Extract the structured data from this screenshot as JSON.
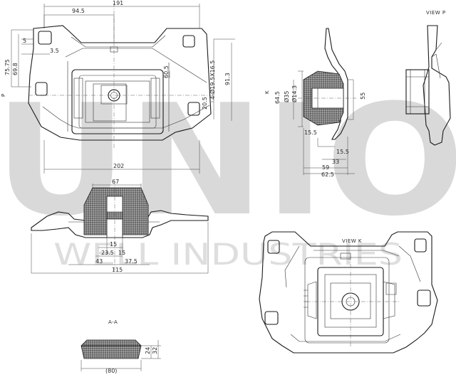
{
  "watermark": {
    "main": "UNIO",
    "sub": "WELL INDUSTRIES"
  },
  "labels": {
    "view_p": "VIEW P",
    "view_k": "VIEW K",
    "section_aa": "A-A",
    "p_marker": "P",
    "k_marker": "K"
  },
  "dimensions": {
    "top_191": "191",
    "top_945": "94.5",
    "d_5": "5",
    "d_35": "3.5",
    "d_7575": "75.75",
    "d_698": "69.8",
    "d_605": "60.5",
    "d_holes": "4-Ø19.5X16.5",
    "d_913": "91.3",
    "d_205": "20.5",
    "d_202": "202",
    "side_645": "64.5",
    "side_35": "Ø35",
    "side_143": "Ø14.3",
    "side_55": "55",
    "side_155a": "15.5",
    "side_155b": "15.5",
    "side_33": "33",
    "side_59": "59",
    "side_625": "62.5",
    "sec_67": "67",
    "sec_15a": "15",
    "sec_235": "23.5",
    "sec_15b": "15",
    "sec_43": "43",
    "sec_375": "37.5",
    "sec_115": "115",
    "aa_24": "24",
    "aa_32": "32",
    "aa_80": "(80)"
  },
  "colors": {
    "line": "#1a1a1a",
    "watermark": "#d9d9d9",
    "rubber": "#7a7a7a"
  }
}
